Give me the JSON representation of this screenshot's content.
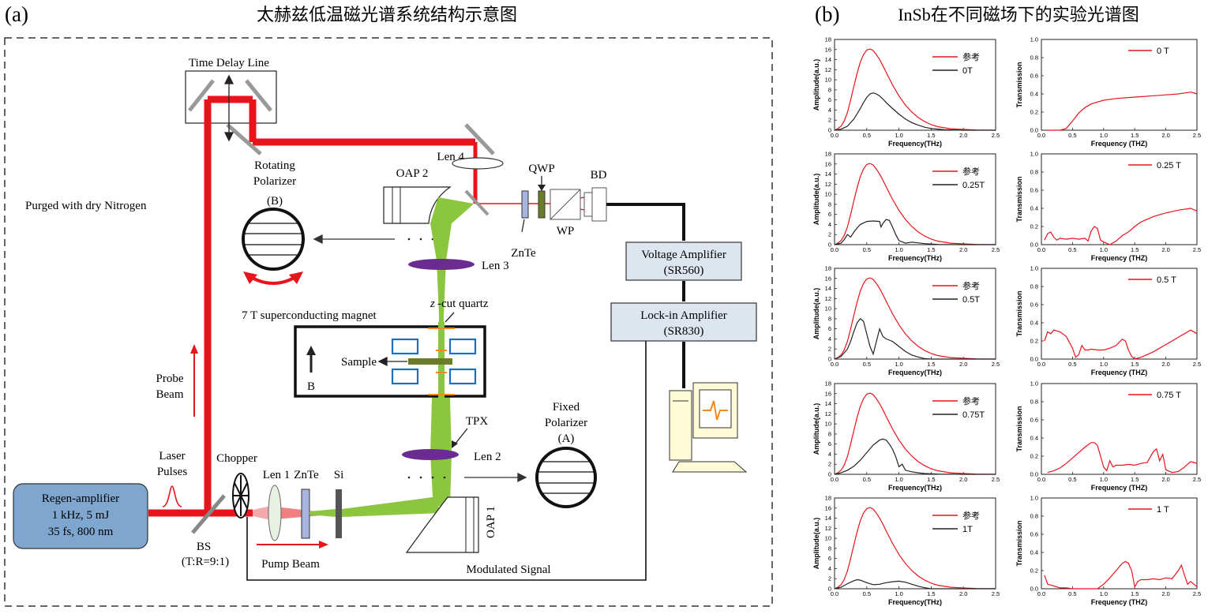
{
  "panel_a": {
    "label": "(a)",
    "title": "太赫兹低温磁光谱系统结构示意图",
    "labels": {
      "time_delay": "Time Delay Line",
      "rotating_polarizer": [
        "Rotating",
        "Polarizer",
        "(B)"
      ],
      "purged": "Purged with dry Nitrogen",
      "len4": "Len 4",
      "oap2": "OAP 2",
      "qwp": "QWP",
      "bd": "BD",
      "wp": "WP",
      "znte_top": "ZnTe",
      "len3": "Len 3",
      "voltage_amp": [
        "Voltage Amplifier",
        "(SR560)"
      ],
      "lockin_amp": [
        "Lock-in Amplifier",
        "(SR830)"
      ],
      "zcut_prefix": "z",
      "zcut_suffix": "-cut quartz",
      "magnet": "7 T superconducting magnet",
      "sample": "Sample",
      "b_field": "B",
      "probe": [
        "Probe",
        "Beam"
      ],
      "tpx": "TPX",
      "fixed_polarizer": [
        "Fixed",
        "Polarizer",
        "(A)"
      ],
      "len2": "Len 2",
      "laser_pulses": [
        "Laser",
        "Pulses"
      ],
      "chopper": "Chopper",
      "len1": "Len 1",
      "znte_bottom": "ZnTe",
      "si": "Si",
      "regen": [
        "Regen-amplifier",
        "1 kHz, 5 mJ",
        "35 fs, 800 nm"
      ],
      "bs": [
        "BS",
        "(T:R=9:1)"
      ],
      "oap1": "OAP 1",
      "pump": "Pump Beam",
      "modulated": "Modulated Signal"
    },
    "colors": {
      "laser": "#e8141c",
      "thz": "#8cc63f",
      "amp_box": "#dde6ee",
      "regen_box": "#7fa6cf",
      "lens_purple": "#6a2c91",
      "coil": "#1a6fc4",
      "sample_green": "#6b7d2a"
    }
  },
  "panel_b": {
    "label": "(b)",
    "title": "InSb在不同磁场下的实验光谱图",
    "amp_xlabel": "Frequency(THz)",
    "amp_ylabel": "Amplitude(a.u.)",
    "trans_ylabel": "Transmission",
    "trans_xlabels": [
      "Frequency (THZ)",
      "Frequency (THZ)",
      "Frequency (THZ)",
      "Frequency (THZ)",
      "Frequency (THZ)"
    ],
    "amp_yticks": [
      "18",
      "16",
      "14",
      "12",
      "10",
      "8",
      "6",
      "4",
      "2",
      "0"
    ],
    "trans_yticks": [
      "1.0",
      "0.8",
      "0.6",
      "0.4",
      "0.2",
      "0.0"
    ],
    "xticks": [
      "0.0",
      "0.5",
      "1.0",
      "1.5",
      "2.0",
      "2.5"
    ],
    "reference_label": "参考",
    "fields": [
      "0T",
      "0.25T",
      "0.5T",
      "0.75T",
      "1T"
    ],
    "trans_legends": [
      "0 T",
      "0.25 T",
      "0.5 T",
      "0.75 T",
      "1 T"
    ],
    "colors": {
      "reference": "#e8141c",
      "sample": "#222222",
      "transmission": "#e8141c"
    }
  },
  "chart_data": [
    {
      "type": "line",
      "xlim": [
        0,
        2.5
      ],
      "ylim": [
        0,
        18
      ],
      "xlabel": "Frequency(THz)",
      "ylabel": "Amplitude(a.u.)",
      "series": [
        {
          "name": "参考",
          "x": [
            0,
            0.05,
            0.1,
            0.15,
            0.2,
            0.25,
            0.3,
            0.35,
            0.4,
            0.45,
            0.5,
            0.55,
            0.6,
            0.65,
            0.7,
            0.75,
            0.8,
            0.9,
            1.0,
            1.1,
            1.2,
            1.3,
            1.4,
            1.5,
            1.6,
            1.8,
            2.0,
            2.2,
            2.5
          ],
          "y": [
            0,
            0.3,
            0.8,
            1.8,
            3.5,
            6,
            8.7,
            11.3,
            13.5,
            15,
            15.9,
            16.1,
            15.8,
            15,
            14,
            12.8,
            11.5,
            9,
            6.8,
            5,
            3.6,
            2.5,
            1.7,
            1.1,
            0.7,
            0.3,
            0.15,
            0.05,
            0
          ]
        },
        {
          "name": "0T",
          "x": [
            0,
            0.1,
            0.2,
            0.3,
            0.4,
            0.45,
            0.5,
            0.55,
            0.6,
            0.65,
            0.7,
            0.75,
            0.8,
            0.9,
            1.0,
            1.1,
            1.2,
            1.3,
            1.4,
            1.5,
            1.7,
            2.0,
            2.5
          ],
          "y": [
            0,
            0.2,
            0.8,
            2.2,
            4.3,
            5.5,
            6.5,
            7.2,
            7.4,
            7.2,
            6.8,
            6.2,
            5.5,
            4.3,
            3.2,
            2.2,
            1.5,
            1,
            0.6,
            0.35,
            0.1,
            0,
            0
          ]
        }
      ]
    },
    {
      "type": "line",
      "xlim": [
        0,
        2.5
      ],
      "ylim": [
        0,
        1.0
      ],
      "xlabel": "Frequency (THZ)",
      "ylabel": "Transmission",
      "series": [
        {
          "name": "0 T",
          "x": [
            0.1,
            0.3,
            0.4,
            0.5,
            0.6,
            0.7,
            0.8,
            0.9,
            1.0,
            1.2,
            1.4,
            1.6,
            1.8,
            2.0,
            2.2,
            2.4,
            2.5
          ],
          "y": [
            0,
            0,
            0.02,
            0.1,
            0.19,
            0.25,
            0.29,
            0.31,
            0.33,
            0.35,
            0.36,
            0.37,
            0.38,
            0.39,
            0.4,
            0.42,
            0.4
          ]
        }
      ]
    },
    {
      "type": "line",
      "xlim": [
        0,
        2.5
      ],
      "ylim": [
        0,
        18
      ],
      "xlabel": "Frequency(THz)",
      "ylabel": "Amplitude(a.u.)",
      "series": [
        {
          "name": "参考",
          "x": [
            0,
            0.05,
            0.1,
            0.15,
            0.2,
            0.25,
            0.3,
            0.35,
            0.4,
            0.45,
            0.5,
            0.55,
            0.6,
            0.65,
            0.7,
            0.75,
            0.8,
            0.9,
            1.0,
            1.1,
            1.2,
            1.3,
            1.4,
            1.5,
            1.6,
            1.8,
            2.0,
            2.2,
            2.5
          ],
          "y": [
            0,
            0.3,
            0.8,
            1.8,
            3.5,
            6,
            8.7,
            11.3,
            13.5,
            15,
            15.9,
            16.1,
            15.8,
            15,
            14,
            12.8,
            11.5,
            9,
            6.8,
            5,
            3.6,
            2.5,
            1.7,
            1.1,
            0.7,
            0.3,
            0.15,
            0.05,
            0
          ]
        },
        {
          "name": "0.25T",
          "x": [
            0,
            0.1,
            0.15,
            0.2,
            0.25,
            0.3,
            0.35,
            0.4,
            0.5,
            0.6,
            0.7,
            0.72,
            0.75,
            0.8,
            0.85,
            0.9,
            0.95,
            1.0,
            1.1,
            1.2,
            1.4,
            1.6,
            2.0,
            2.5
          ],
          "y": [
            0,
            0.3,
            1,
            2,
            1.5,
            2.5,
            3.3,
            4,
            4.6,
            4.7,
            4.6,
            3.5,
            4.2,
            5,
            4.8,
            3.5,
            2,
            0.8,
            0.3,
            0.5,
            0.2,
            0.05,
            0,
            0
          ]
        }
      ]
    },
    {
      "type": "line",
      "xlim": [
        0,
        2.5
      ],
      "ylim": [
        0,
        1.0
      ],
      "xlabel": "Frequency (THZ)",
      "ylabel": "Transmission",
      "series": [
        {
          "name": "0.25 T",
          "x": [
            0.05,
            0.1,
            0.15,
            0.2,
            0.25,
            0.3,
            0.4,
            0.5,
            0.6,
            0.7,
            0.75,
            0.8,
            0.85,
            0.9,
            0.95,
            1.0,
            1.1,
            1.2,
            1.3,
            1.4,
            1.5,
            1.6,
            1.7,
            1.8,
            1.9,
            2.0,
            2.2,
            2.4,
            2.5
          ],
          "y": [
            0.05,
            0.12,
            0.14,
            0.08,
            0.05,
            0.07,
            0.06,
            0.07,
            0.06,
            0.07,
            0.04,
            0.15,
            0.2,
            0.18,
            0.05,
            0.03,
            0.0,
            0.04,
            0.1,
            0.14,
            0.2,
            0.25,
            0.28,
            0.31,
            0.33,
            0.35,
            0.38,
            0.4,
            0.37
          ]
        }
      ]
    },
    {
      "type": "line",
      "xlim": [
        0,
        2.5
      ],
      "ylim": [
        0,
        18
      ],
      "xlabel": "Frequency(THz)",
      "ylabel": "Amplitude(a.u.)",
      "series": [
        {
          "name": "参考",
          "x": [
            0,
            0.05,
            0.1,
            0.15,
            0.2,
            0.25,
            0.3,
            0.35,
            0.4,
            0.45,
            0.5,
            0.55,
            0.6,
            0.65,
            0.7,
            0.75,
            0.8,
            0.9,
            1.0,
            1.1,
            1.2,
            1.3,
            1.4,
            1.5,
            1.6,
            1.8,
            2.0,
            2.2,
            2.5
          ],
          "y": [
            0,
            0.3,
            0.8,
            1.8,
            3.5,
            6,
            8.7,
            11.3,
            13.5,
            15,
            15.9,
            16.1,
            15.8,
            15,
            14,
            12.8,
            11.5,
            9,
            6.8,
            5,
            3.6,
            2.5,
            1.7,
            1.1,
            0.7,
            0.3,
            0.15,
            0.05,
            0
          ]
        },
        {
          "name": "0.5T",
          "x": [
            0,
            0.1,
            0.2,
            0.25,
            0.3,
            0.35,
            0.4,
            0.45,
            0.5,
            0.55,
            0.6,
            0.65,
            0.7,
            0.75,
            0.8,
            0.9,
            1.0,
            1.1,
            1.2,
            1.3,
            1.4,
            1.5,
            2.0,
            2.5
          ],
          "y": [
            0,
            0.5,
            2,
            3.5,
            5.5,
            7.2,
            8,
            7.5,
            5,
            2.5,
            1,
            3.5,
            6,
            4.5,
            4,
            3.5,
            2.5,
            1.5,
            0.8,
            0.4,
            0.1,
            0,
            0,
            0
          ]
        }
      ]
    },
    {
      "type": "line",
      "xlim": [
        0,
        2.5
      ],
      "ylim": [
        0,
        1.0
      ],
      "xlabel": "Frequency (THZ)",
      "ylabel": "Transmission",
      "series": [
        {
          "name": "0.5 T",
          "x": [
            0.05,
            0.1,
            0.15,
            0.2,
            0.3,
            0.4,
            0.5,
            0.55,
            0.6,
            0.65,
            0.7,
            0.75,
            0.8,
            0.9,
            1.0,
            1.1,
            1.2,
            1.3,
            1.35,
            1.4,
            1.45,
            1.5,
            1.6,
            1.7,
            1.8,
            1.9,
            2.0,
            2.1,
            2.2,
            2.3,
            2.4,
            2.5
          ],
          "y": [
            0.2,
            0.3,
            0.28,
            0.32,
            0.3,
            0.25,
            0.12,
            0.02,
            0.05,
            0.15,
            0.1,
            0.1,
            0.11,
            0.1,
            0.1,
            0.12,
            0.15,
            0.22,
            0.2,
            0.1,
            0.03,
            0.0,
            0.02,
            0.05,
            0.08,
            0.12,
            0.16,
            0.2,
            0.24,
            0.28,
            0.32,
            0.28
          ]
        }
      ]
    },
    {
      "type": "line",
      "xlim": [
        0,
        2.5
      ],
      "ylim": [
        0,
        18
      ],
      "xlabel": "Frequency(THz)",
      "ylabel": "Amplitude(a.u.)",
      "series": [
        {
          "name": "参考",
          "x": [
            0,
            0.05,
            0.1,
            0.15,
            0.2,
            0.25,
            0.3,
            0.35,
            0.4,
            0.45,
            0.5,
            0.55,
            0.6,
            0.65,
            0.7,
            0.75,
            0.8,
            0.9,
            1.0,
            1.1,
            1.2,
            1.3,
            1.4,
            1.5,
            1.6,
            1.8,
            2.0,
            2.2,
            2.5
          ],
          "y": [
            0,
            0.3,
            0.8,
            1.8,
            3.5,
            6,
            8.7,
            11.3,
            13.5,
            15,
            15.9,
            16.1,
            15.8,
            15,
            14,
            12.8,
            11.5,
            9,
            6.8,
            5,
            3.6,
            2.5,
            1.7,
            1.1,
            0.7,
            0.3,
            0.15,
            0.05,
            0
          ]
        },
        {
          "name": "0.75T",
          "x": [
            0,
            0.1,
            0.2,
            0.3,
            0.4,
            0.5,
            0.6,
            0.7,
            0.75,
            0.8,
            0.85,
            0.9,
            0.95,
            1.0,
            1.05,
            1.1,
            1.2,
            1.3,
            1.4,
            1.6,
            2.0,
            2.5
          ],
          "y": [
            0,
            0.3,
            0.8,
            1.6,
            2.8,
            4.3,
            5.8,
            6.8,
            7,
            6.8,
            6,
            5,
            3.5,
            1.5,
            2,
            0.8,
            0.5,
            0.3,
            0.15,
            0.05,
            0,
            0
          ]
        }
      ]
    },
    {
      "type": "line",
      "xlim": [
        0,
        2.5
      ],
      "ylim": [
        0,
        1.0
      ],
      "xlabel": "Frequency (THZ)",
      "ylabel": "Transmission",
      "series": [
        {
          "name": "0.75 T",
          "x": [
            0.1,
            0.2,
            0.3,
            0.4,
            0.5,
            0.6,
            0.7,
            0.8,
            0.85,
            0.9,
            0.95,
            1.0,
            1.05,
            1.1,
            1.15,
            1.2,
            1.3,
            1.4,
            1.5,
            1.6,
            1.7,
            1.8,
            1.85,
            1.9,
            1.95,
            2.0,
            2.1,
            2.2,
            2.3,
            2.4,
            2.5
          ],
          "y": [
            0.02,
            0.04,
            0.07,
            0.12,
            0.18,
            0.24,
            0.3,
            0.35,
            0.35,
            0.32,
            0.2,
            0.08,
            0.04,
            0.15,
            0.08,
            0.1,
            0.1,
            0.11,
            0.1,
            0.12,
            0.13,
            0.25,
            0.28,
            0.15,
            0.22,
            0.05,
            0.02,
            0.03,
            0.08,
            0.14,
            0.12
          ]
        }
      ]
    },
    {
      "type": "line",
      "xlim": [
        0,
        2.5
      ],
      "ylim": [
        0,
        18
      ],
      "xlabel": "Frequency(THz)",
      "ylabel": "Amplitude(a.u.)",
      "series": [
        {
          "name": "参考",
          "x": [
            0,
            0.05,
            0.1,
            0.15,
            0.2,
            0.25,
            0.3,
            0.35,
            0.4,
            0.45,
            0.5,
            0.55,
            0.6,
            0.65,
            0.7,
            0.75,
            0.8,
            0.9,
            1.0,
            1.1,
            1.2,
            1.3,
            1.4,
            1.5,
            1.6,
            1.8,
            2.0,
            2.2,
            2.5
          ],
          "y": [
            0,
            0.3,
            0.8,
            1.8,
            3.5,
            6,
            8.7,
            11.3,
            13.5,
            15,
            15.9,
            16.1,
            15.8,
            15,
            14,
            12.8,
            11.5,
            9,
            6.8,
            5,
            3.6,
            2.5,
            1.7,
            1.1,
            0.7,
            0.3,
            0.15,
            0.05,
            0
          ]
        },
        {
          "name": "1T",
          "x": [
            0,
            0.1,
            0.2,
            0.3,
            0.35,
            0.4,
            0.5,
            0.6,
            0.7,
            0.8,
            0.9,
            1.0,
            1.1,
            1.2,
            1.3,
            1.4,
            1.5,
            2.0,
            2.5
          ],
          "y": [
            0,
            0.3,
            1,
            1.6,
            1.8,
            1.7,
            1.2,
            0.8,
            0.9,
            1.2,
            1.4,
            1.5,
            1.3,
            0.9,
            0.5,
            0.2,
            0,
            0,
            0
          ]
        }
      ]
    },
    {
      "type": "line",
      "xlim": [
        0,
        2.5
      ],
      "ylim": [
        0,
        1.0
      ],
      "xlabel": "Frequency (THZ)",
      "ylabel": "Transmission",
      "series": [
        {
          "name": "1 T",
          "x": [
            0.05,
            0.1,
            0.2,
            0.3,
            0.4,
            0.5,
            0.6,
            0.7,
            0.8,
            0.9,
            1.0,
            1.1,
            1.2,
            1.3,
            1.35,
            1.4,
            1.45,
            1.5,
            1.55,
            1.6,
            1.7,
            1.8,
            1.9,
            2.0,
            2.1,
            2.2,
            2.25,
            2.3,
            2.35,
            2.4,
            2.5
          ],
          "y": [
            0.15,
            0.05,
            0.03,
            0.01,
            0.01,
            0.0,
            0.0,
            0.0,
            0.0,
            0.0,
            0.05,
            0.12,
            0.2,
            0.28,
            0.3,
            0.28,
            0.2,
            0.02,
            0.08,
            0.1,
            0.1,
            0.11,
            0.1,
            0.12,
            0.11,
            0.2,
            0.26,
            0.15,
            0.05,
            0.08,
            0.02
          ]
        }
      ]
    }
  ]
}
